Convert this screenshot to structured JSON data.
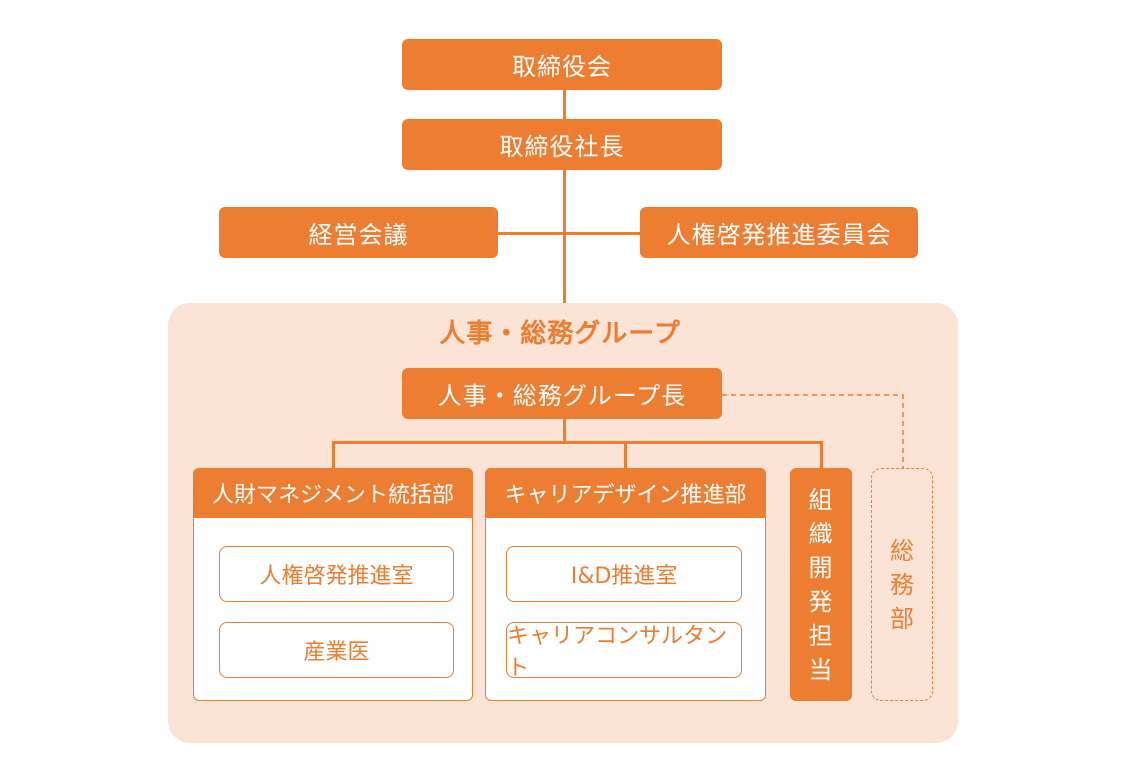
{
  "top": {
    "board": "取締役会",
    "president": "取締役社長",
    "management_meeting": "経営会議",
    "human_rights_committee": "人権啓発推進委員会"
  },
  "group": {
    "title": "人事・総務グループ",
    "head": "人事・総務グループ長",
    "departments": [
      {
        "name": "人財マネジメント統括部",
        "units": [
          "人権啓発推進室",
          "産業医"
        ]
      },
      {
        "name": "キャリアデザイン推進部",
        "units": [
          "I&D推進室",
          "キャリアコンサルタント"
        ]
      }
    ],
    "org_dev_chars": [
      "組",
      "織",
      "開",
      "発",
      "担",
      "当"
    ],
    "general_affairs_chars": [
      "総",
      "務",
      "部"
    ]
  },
  "colors": {
    "accent": "#ec7d31",
    "group_background": "#fbe4d6"
  }
}
